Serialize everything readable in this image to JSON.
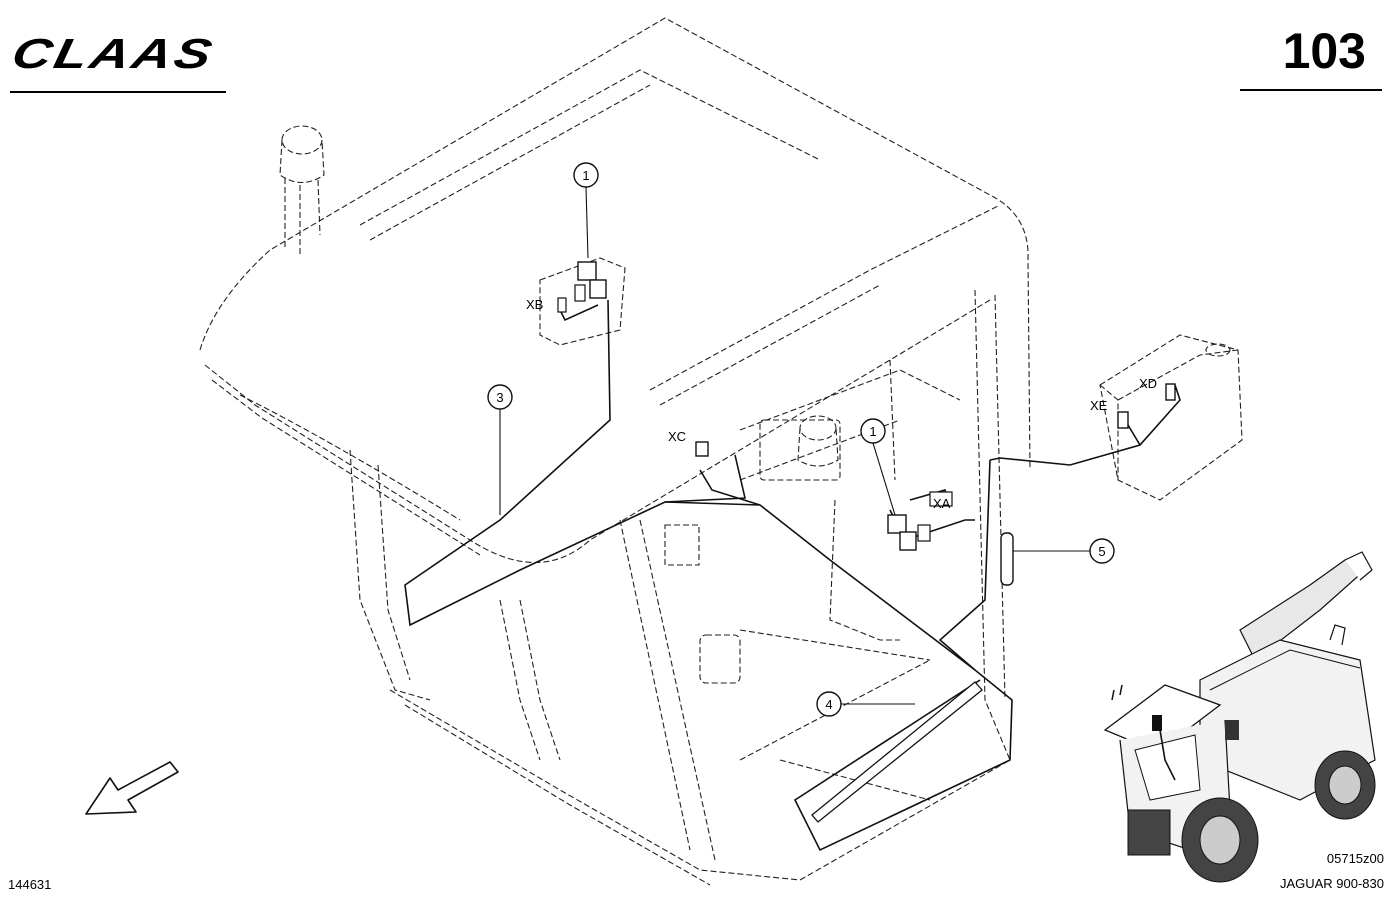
{
  "header": {
    "brand": "CLAAS",
    "page_number": "103"
  },
  "callouts": [
    {
      "id": "c1a",
      "label": "1"
    },
    {
      "id": "c1b",
      "label": "1"
    },
    {
      "id": "c3",
      "label": "3"
    },
    {
      "id": "c4",
      "label": "4"
    },
    {
      "id": "c5",
      "label": "5"
    }
  ],
  "connectors": {
    "xa": "XA",
    "xb": "XB",
    "xc": "XC",
    "xd": "XD",
    "xe": "XE"
  },
  "footer": {
    "left_code": "144631",
    "drawing_ref": "05715z00",
    "model": "JAGUAR 900-830"
  },
  "colors": {
    "ink": "#111111",
    "background": "#ffffff"
  }
}
